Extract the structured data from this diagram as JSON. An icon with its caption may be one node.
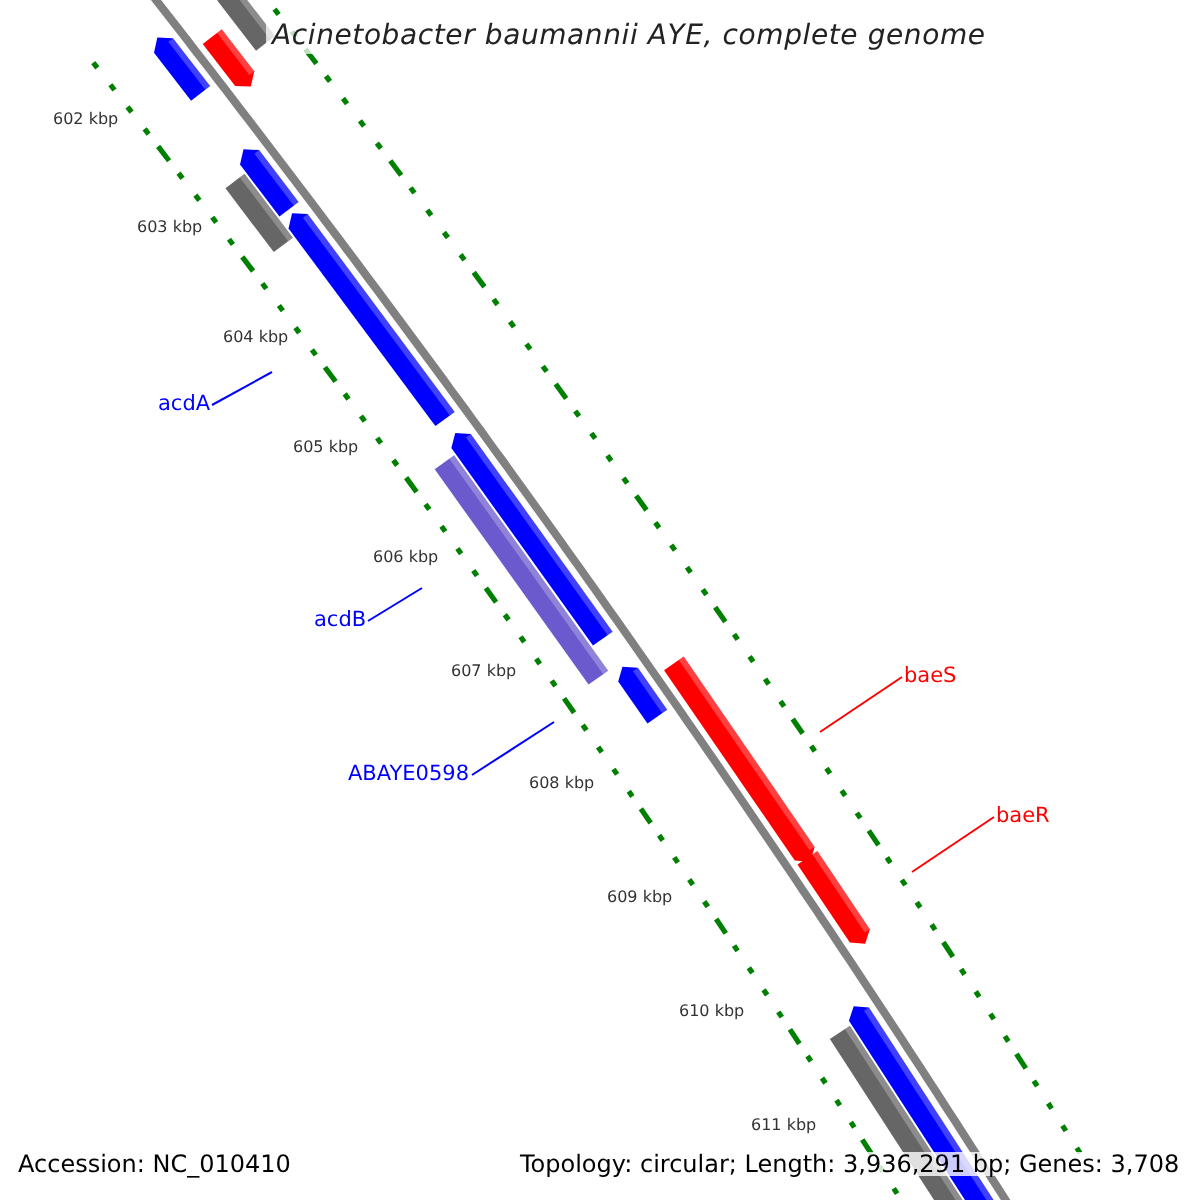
{
  "diagram": {
    "title": "Acinetobacter baumannii AYE, complete genome",
    "nodes": [
      {
        "text": [
          "acdA"
        ]
      },
      {
        "text": [
          "acdB"
        ]
      },
      {
        "text": [
          "ABAYE0598"
        ]
      },
      {
        "text": [
          "baeS"
        ]
      },
      {
        "text": [
          "baeR"
        ]
      }
    ],
    "edges": [
      {
        "from": 0,
        "to": null,
        "arrow": "none"
      },
      {
        "from": 1,
        "to": null,
        "arrow": "none"
      },
      {
        "from": 2,
        "to": null,
        "arrow": "none"
      },
      {
        "from": 3,
        "to": null,
        "arrow": "none",
        "color": "#ff0000"
      },
      {
        "from": 4,
        "to": null,
        "arrow": "none",
        "color": "#ff0000"
      }
    ],
    "labels": [
      "602 kbp",
      "603 kbp",
      "604 kbp",
      "605 kbp",
      "606 kbp",
      "607 kbp",
      "608 kbp",
      "609 kbp",
      "610 kbp",
      "611 kbp",
      "Accession: NC_010410",
      "Topology: circular; Length: 3,936,291 bp; Genes: 3,708"
    ]
  }
}
